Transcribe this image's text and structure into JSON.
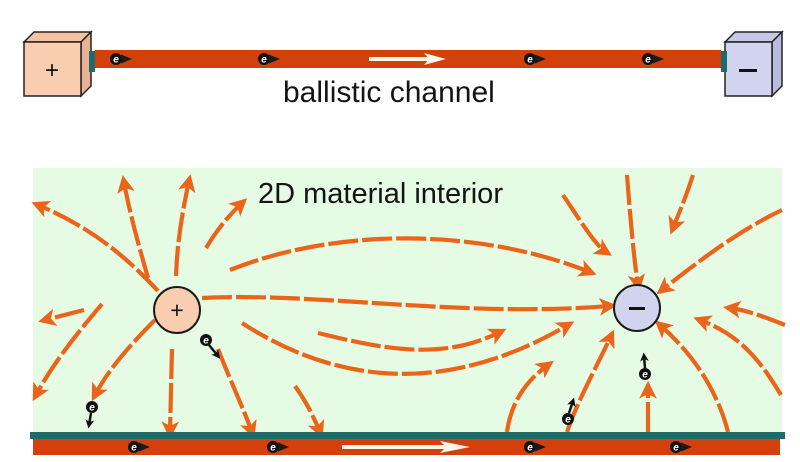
{
  "top_section": {
    "label": "ballistic channel",
    "left_electrode": {
      "sign": "+",
      "color": "#f9cdb0"
    },
    "right_electrode": {
      "sign": "–",
      "color": "#d2d4ef"
    },
    "electron_count": 4,
    "current_arrow": "right"
  },
  "bottom_section": {
    "label": "2D material interior",
    "positive_source": {
      "sign": "+",
      "color": "#f9cdb0"
    },
    "negative_sink": {
      "sign": "–",
      "color": "#d2d4ef"
    },
    "channel_electron_count": 4,
    "interior_electron_count": 4,
    "current_arrow": "right"
  },
  "electron_symbol": "e",
  "colors": {
    "channel": "#d4400c",
    "contact": "#1f6b6b",
    "field_line": "#ea6419",
    "panel_bg": "#e6fbe4",
    "electron": "#111111"
  }
}
